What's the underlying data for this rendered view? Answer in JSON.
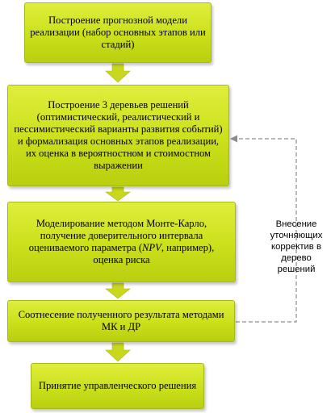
{
  "diagram": {
    "steps": [
      "Построение прогнозной модели реализации (набор основных этапов или стадий)",
      "Построение 3 деревьев решений (оптимистический, реалистический и пессимистический варианты развития событий) и формализация основных этапов реализации, их оценка в вероятностном и стоимостном выражении",
      "Моделирование методом Монте-Карло, получение доверительного интервала оцениваемого параметра (NPV, например), оценка риска",
      "Соотнесение полученного результата методами МК и ДР",
      "Принятие управленческого решения"
    ],
    "step3_parts": {
      "before": "Моделирование методом Монте-Карло, получение доверительного интервала оцениваемого параметра (",
      "italic": "NPV",
      "after": ", например), оценка риска"
    },
    "feedback_label": "Внесение уточняющих корректив в дерево решений"
  },
  "colors": {
    "box_fill": "#cbe01a",
    "box_border": "#a3b81a",
    "arrow_fill": "#c9d81c",
    "dashed_line": "#8c8c8c"
  }
}
